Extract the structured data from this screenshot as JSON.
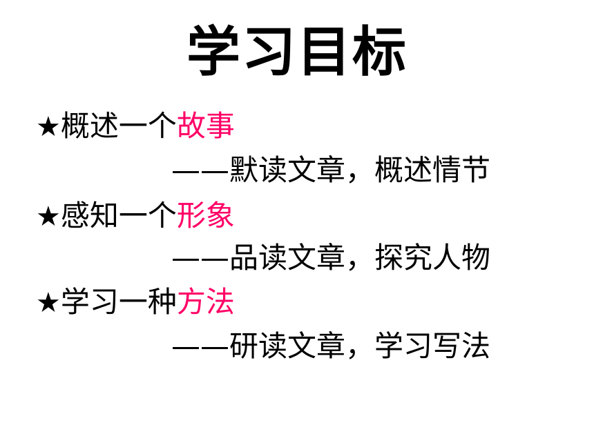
{
  "title": "学习目标",
  "objectives": [
    {
      "bullet": "★",
      "prefix": "概述一个",
      "highlight": "故事",
      "method": "——默读文章，概述情节"
    },
    {
      "bullet": "★",
      "prefix": "感知一个",
      "highlight": "形象",
      "method": "——品读文章，探究人物"
    },
    {
      "bullet": "★",
      "prefix": "学习一种",
      "highlight": "方法",
      "method": "——研读文章，学习写法"
    }
  ],
  "colors": {
    "text": "#000000",
    "highlight": "#ff0066",
    "background": "#ffffff"
  }
}
